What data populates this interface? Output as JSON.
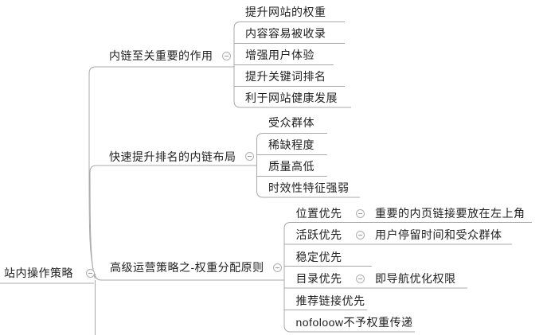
{
  "colors": {
    "background": "#ffffff",
    "line": "#a8a8a8",
    "text": "#1f1f1f",
    "icon_border": "#b0b0b0",
    "icon_fill": "#fbfbfb"
  },
  "root": {
    "label": "站内操作策略"
  },
  "branches": [
    {
      "label": "内链至关重要的作用",
      "children": [
        {
          "label": "提升网站的权重"
        },
        {
          "label": "内容容易被收录"
        },
        {
          "label": "增强用户体验"
        },
        {
          "label": "提升关键词排名"
        },
        {
          "label": "利于网站健康发展"
        }
      ]
    },
    {
      "label": "快速提升排名的内链布局",
      "children": [
        {
          "label": "受众群体"
        },
        {
          "label": "稀缺程度"
        },
        {
          "label": "质量高低"
        },
        {
          "label": "时效性特征强弱"
        }
      ]
    },
    {
      "label": "高级运营策略之-权重分配原则",
      "children": [
        {
          "label": "位置优先",
          "note": "重要的内页链接要放在左上角"
        },
        {
          "label": "活跃优先",
          "note": "用户停留时间和受众群体"
        },
        {
          "label": "稳定优先"
        },
        {
          "label": "目录优先",
          "note": "即导航优化权限"
        },
        {
          "label": "推荐链接优先"
        },
        {
          "label": "nofoloow不予权重传递"
        }
      ]
    }
  ]
}
